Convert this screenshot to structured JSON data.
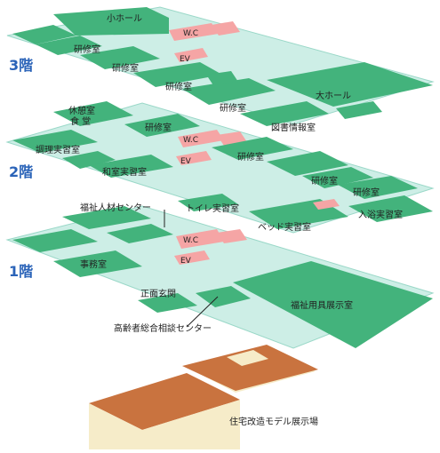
{
  "colors": {
    "floor": "#cdeee6",
    "room": "#43b37c",
    "room_dark": "#2f9a66",
    "wc": "#f5a5a5",
    "floor_edge": "#9ad8c8",
    "floor_label": "#2a63b8",
    "house_roof": "#c9733f",
    "house_wall": "#f6ecc9"
  },
  "floors": {
    "f3": {
      "label": "3階",
      "rooms": {
        "small_hall": "小ホール",
        "wc": "W.C",
        "ev": "EV",
        "study1": "研修室",
        "study2": "研修室",
        "study3": "研修室",
        "study4": "研修室",
        "big_hall": "大ホール",
        "library": "図書情報室"
      }
    },
    "f2": {
      "label": "2階",
      "rooms": {
        "break_line1": "休憩室",
        "break_line2": "食 堂",
        "study1": "研修室",
        "wc": "W.C",
        "cooking": "調理実習室",
        "ev": "EV",
        "study2": "研修室",
        "washitsu": "和室実習室",
        "study3": "研修室",
        "study4": "研修室",
        "toilet_practice": "トイレ実習室",
        "bath_practice": "入浴実習室",
        "bed_practice": "ベッド実習室"
      }
    },
    "f1": {
      "label": "1階",
      "rooms": {
        "welfare_talent": "福祉人材センター",
        "wc": "W.C",
        "office": "事務室",
        "ev": "EV",
        "entrance": "正面玄関",
        "showroom": "福祉用具展示室",
        "elderly_center": "高齢者総合相談センター"
      }
    }
  },
  "house_label": "住宅改造モデル展示場"
}
